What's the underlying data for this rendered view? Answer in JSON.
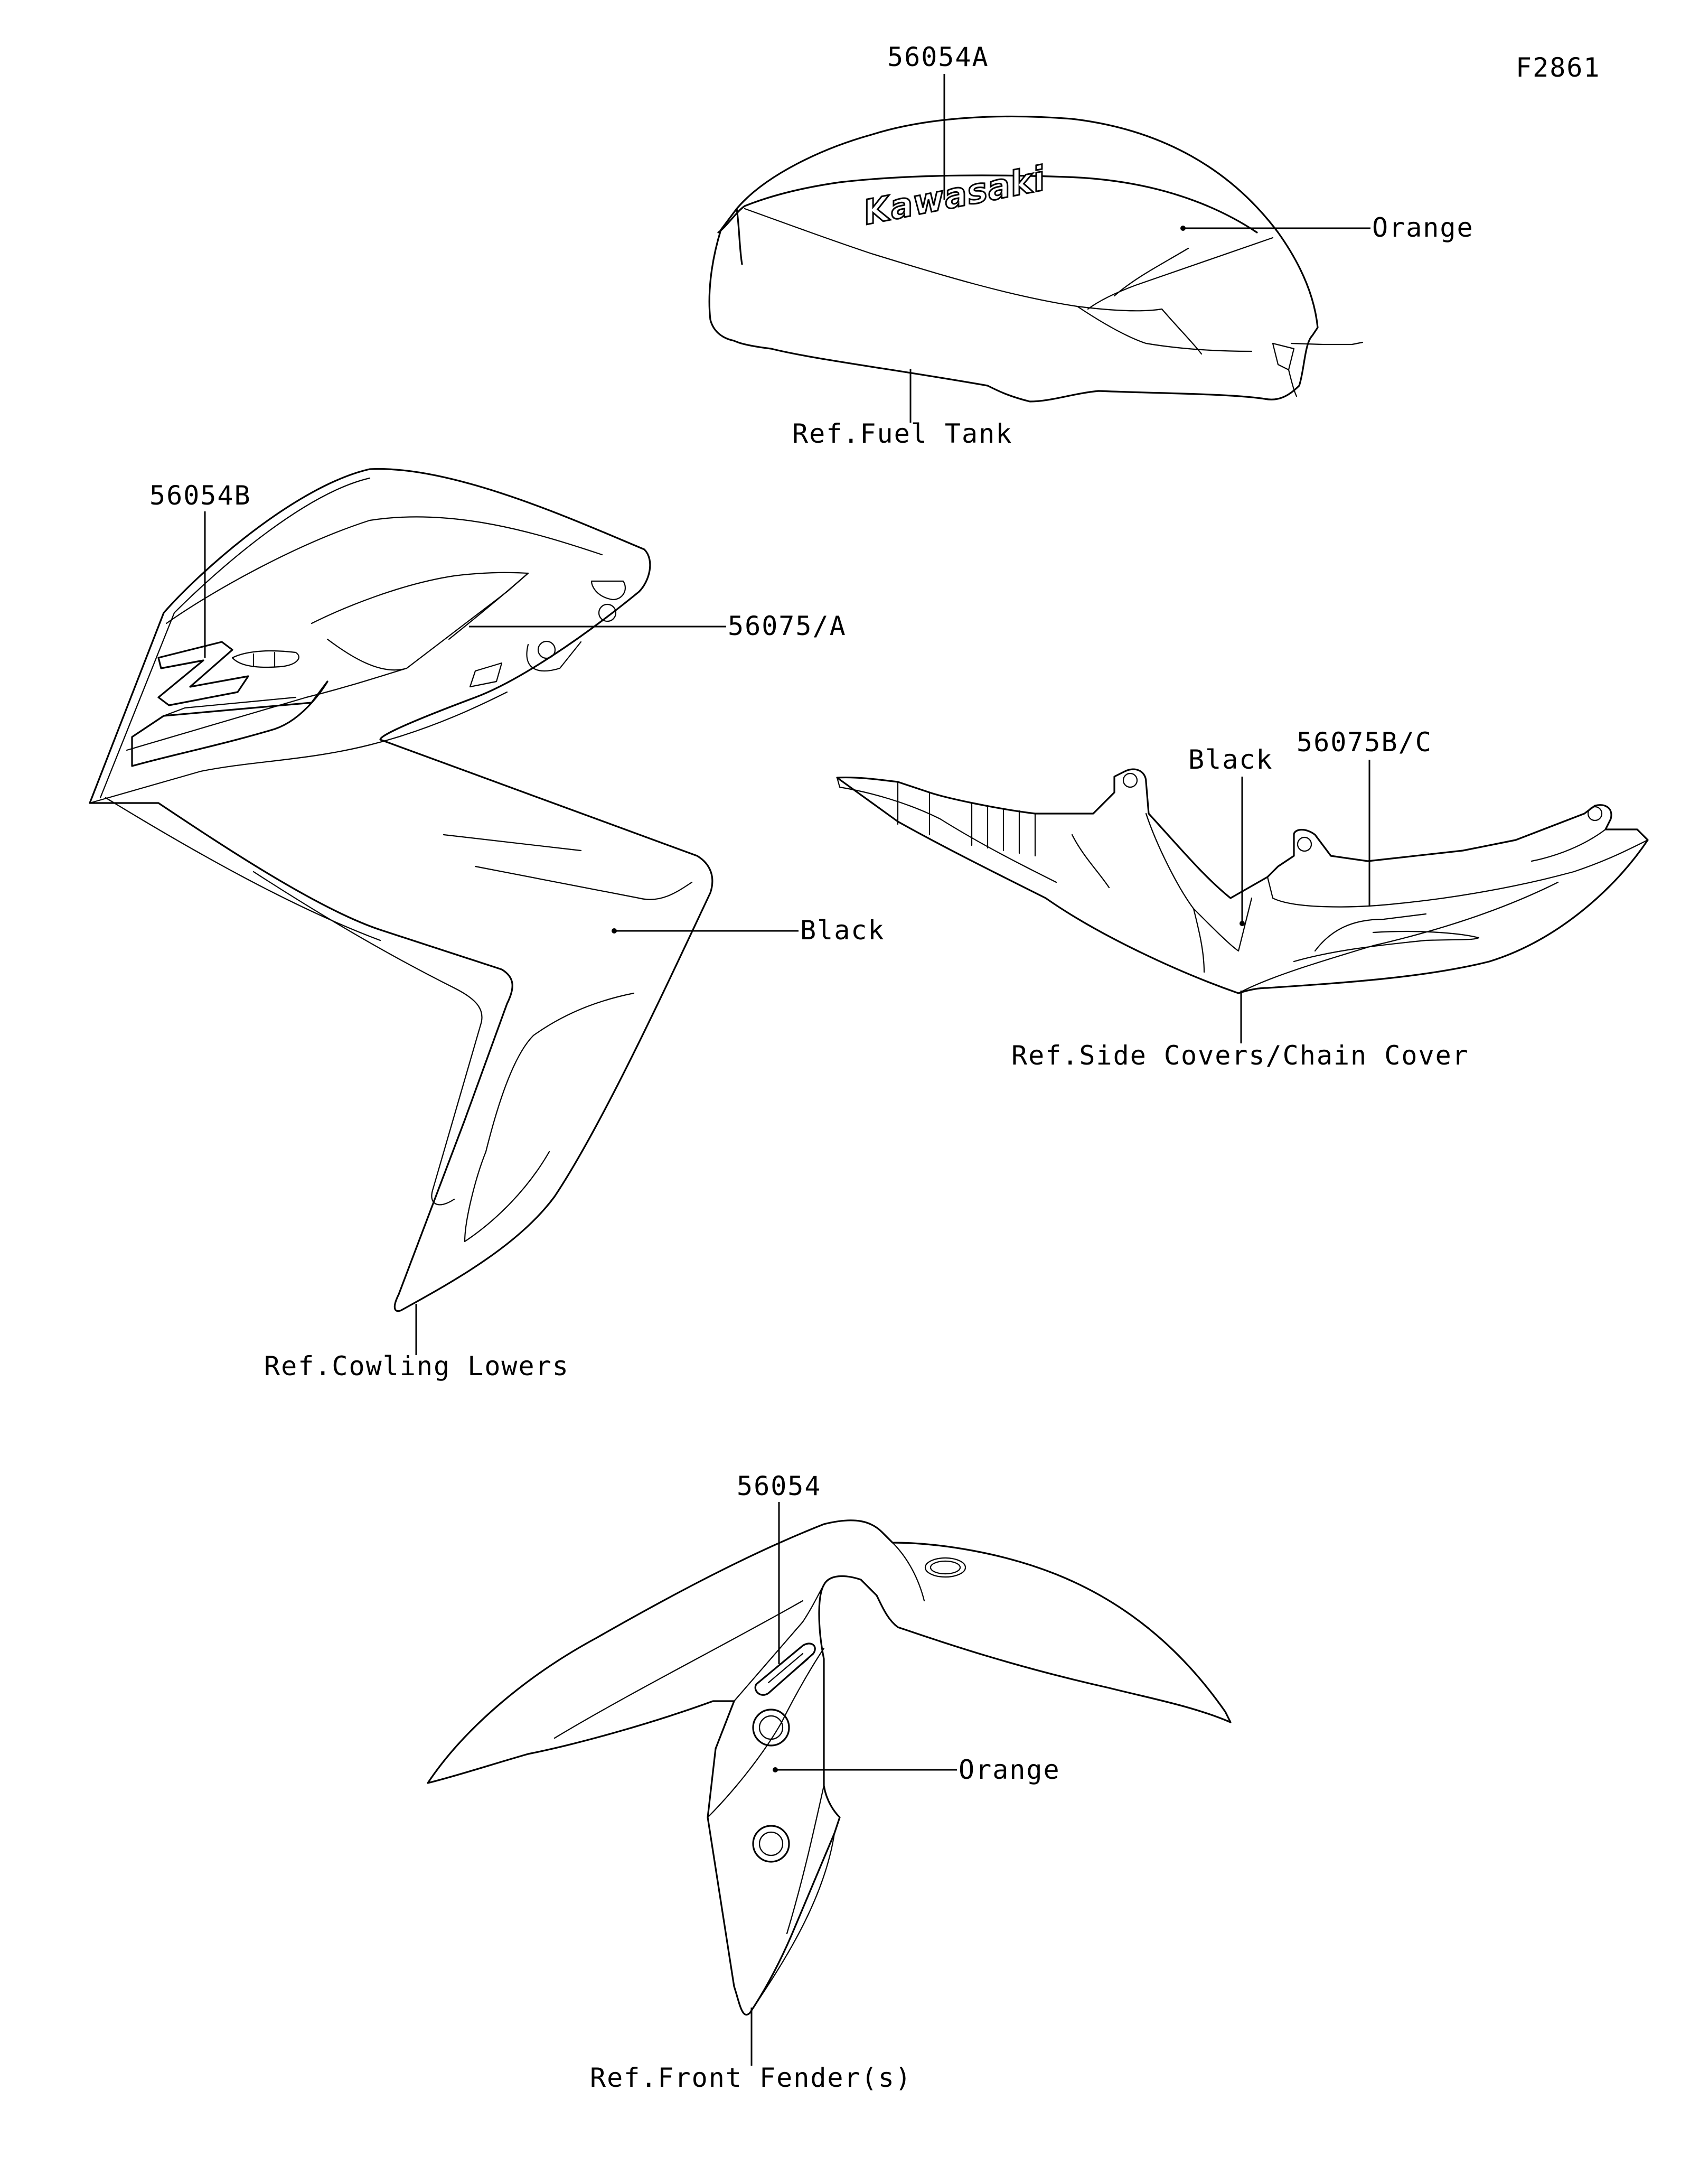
{
  "figure_code": "F2861",
  "colors": {
    "line": "#000000",
    "background": "#ffffff"
  },
  "fuel_tank": {
    "part_no": "56054A",
    "logo_text": "Kawasaki",
    "color_label": "Orange",
    "ref_label": "Ref.Fuel Tank"
  },
  "cowling": {
    "part_no_emblem": "56054B",
    "part_no_stripe": "56075/A",
    "color_label": "Black",
    "ref_label": "Ref.Cowling Lowers"
  },
  "side_covers": {
    "color_label": "Black",
    "part_no": "56075B/C",
    "ref_label": "Ref.Side Covers/Chain Cover"
  },
  "fender": {
    "part_no": "56054",
    "color_label": "Orange",
    "ref_label": "Ref.Front Fender(s)"
  }
}
